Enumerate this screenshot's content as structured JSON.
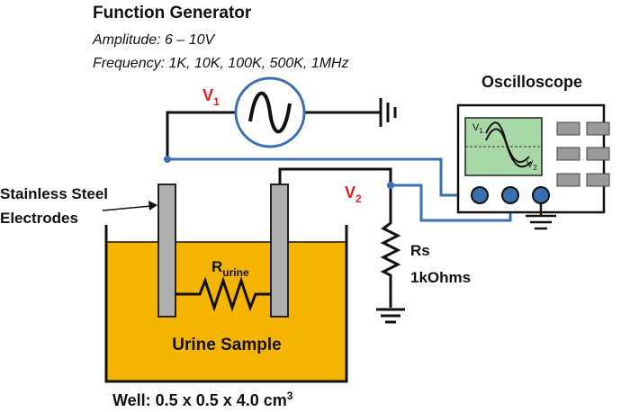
{
  "function_generator": {
    "title": "Function Generator",
    "amplitude": "Amplitude: 6 – 10V",
    "frequency": "Frequency: 1K, 10K, 100K, 500K, 1MHz"
  },
  "v1": {
    "main": "V",
    "sub": "1"
  },
  "v2": {
    "main": "V",
    "sub": "2"
  },
  "oscilloscope": {
    "title": "Oscilloscope",
    "trace1": {
      "main": "V",
      "sub": "1"
    },
    "trace2": {
      "main": "V",
      "sub": "2"
    }
  },
  "electrodes": {
    "line1": "Stainless Steel",
    "line2": "Electrodes"
  },
  "urine_resistor": {
    "main": "R",
    "sub": "urine"
  },
  "sample_label": "Urine Sample",
  "rs": {
    "name": "Rs",
    "value": "1kOhms"
  },
  "well": {
    "prefix": "Well: 0.5 x 0.5 x 4.0 cm",
    "sup": "3"
  },
  "colors": {
    "wire_black": "#111111",
    "wire_blue": "#3a6fb0",
    "label_red": "#e02020",
    "urine_fill": "#f5b400",
    "screen_green": "#a8d8a8",
    "electrode_gray": "#b0b0b0"
  }
}
